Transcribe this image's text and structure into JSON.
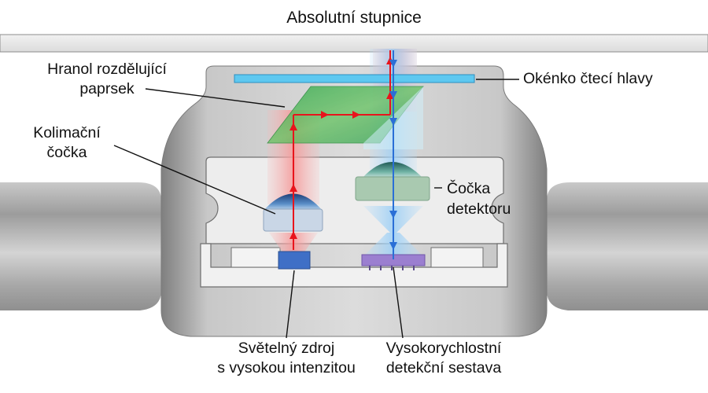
{
  "title": "Absolutní stupnice",
  "labels": {
    "prism": [
      "Hranol rozdělující",
      "paprsek"
    ],
    "collimator": [
      "Kolimační",
      "čočka"
    ],
    "window": "Okénko čtecí hlavy",
    "detector_lens": [
      "Čočka",
      "detektoru"
    ],
    "light_source": [
      "Světelný zdroj",
      "s vysokou intenzitou"
    ],
    "detector_array": [
      "Vysokorychlostní",
      "detekční sestava"
    ]
  },
  "colors": {
    "red_beam": "#e8141c",
    "blue_beam": "#2a6fd6",
    "window_glass": "#5ec8f0",
    "prism_green": "#3cb44a",
    "light_source": "#3f6fc6",
    "detector_array": "#9b7fd0",
    "detector_lens": "#a9c9b0",
    "collimator_lens": "#3a6ea8"
  }
}
